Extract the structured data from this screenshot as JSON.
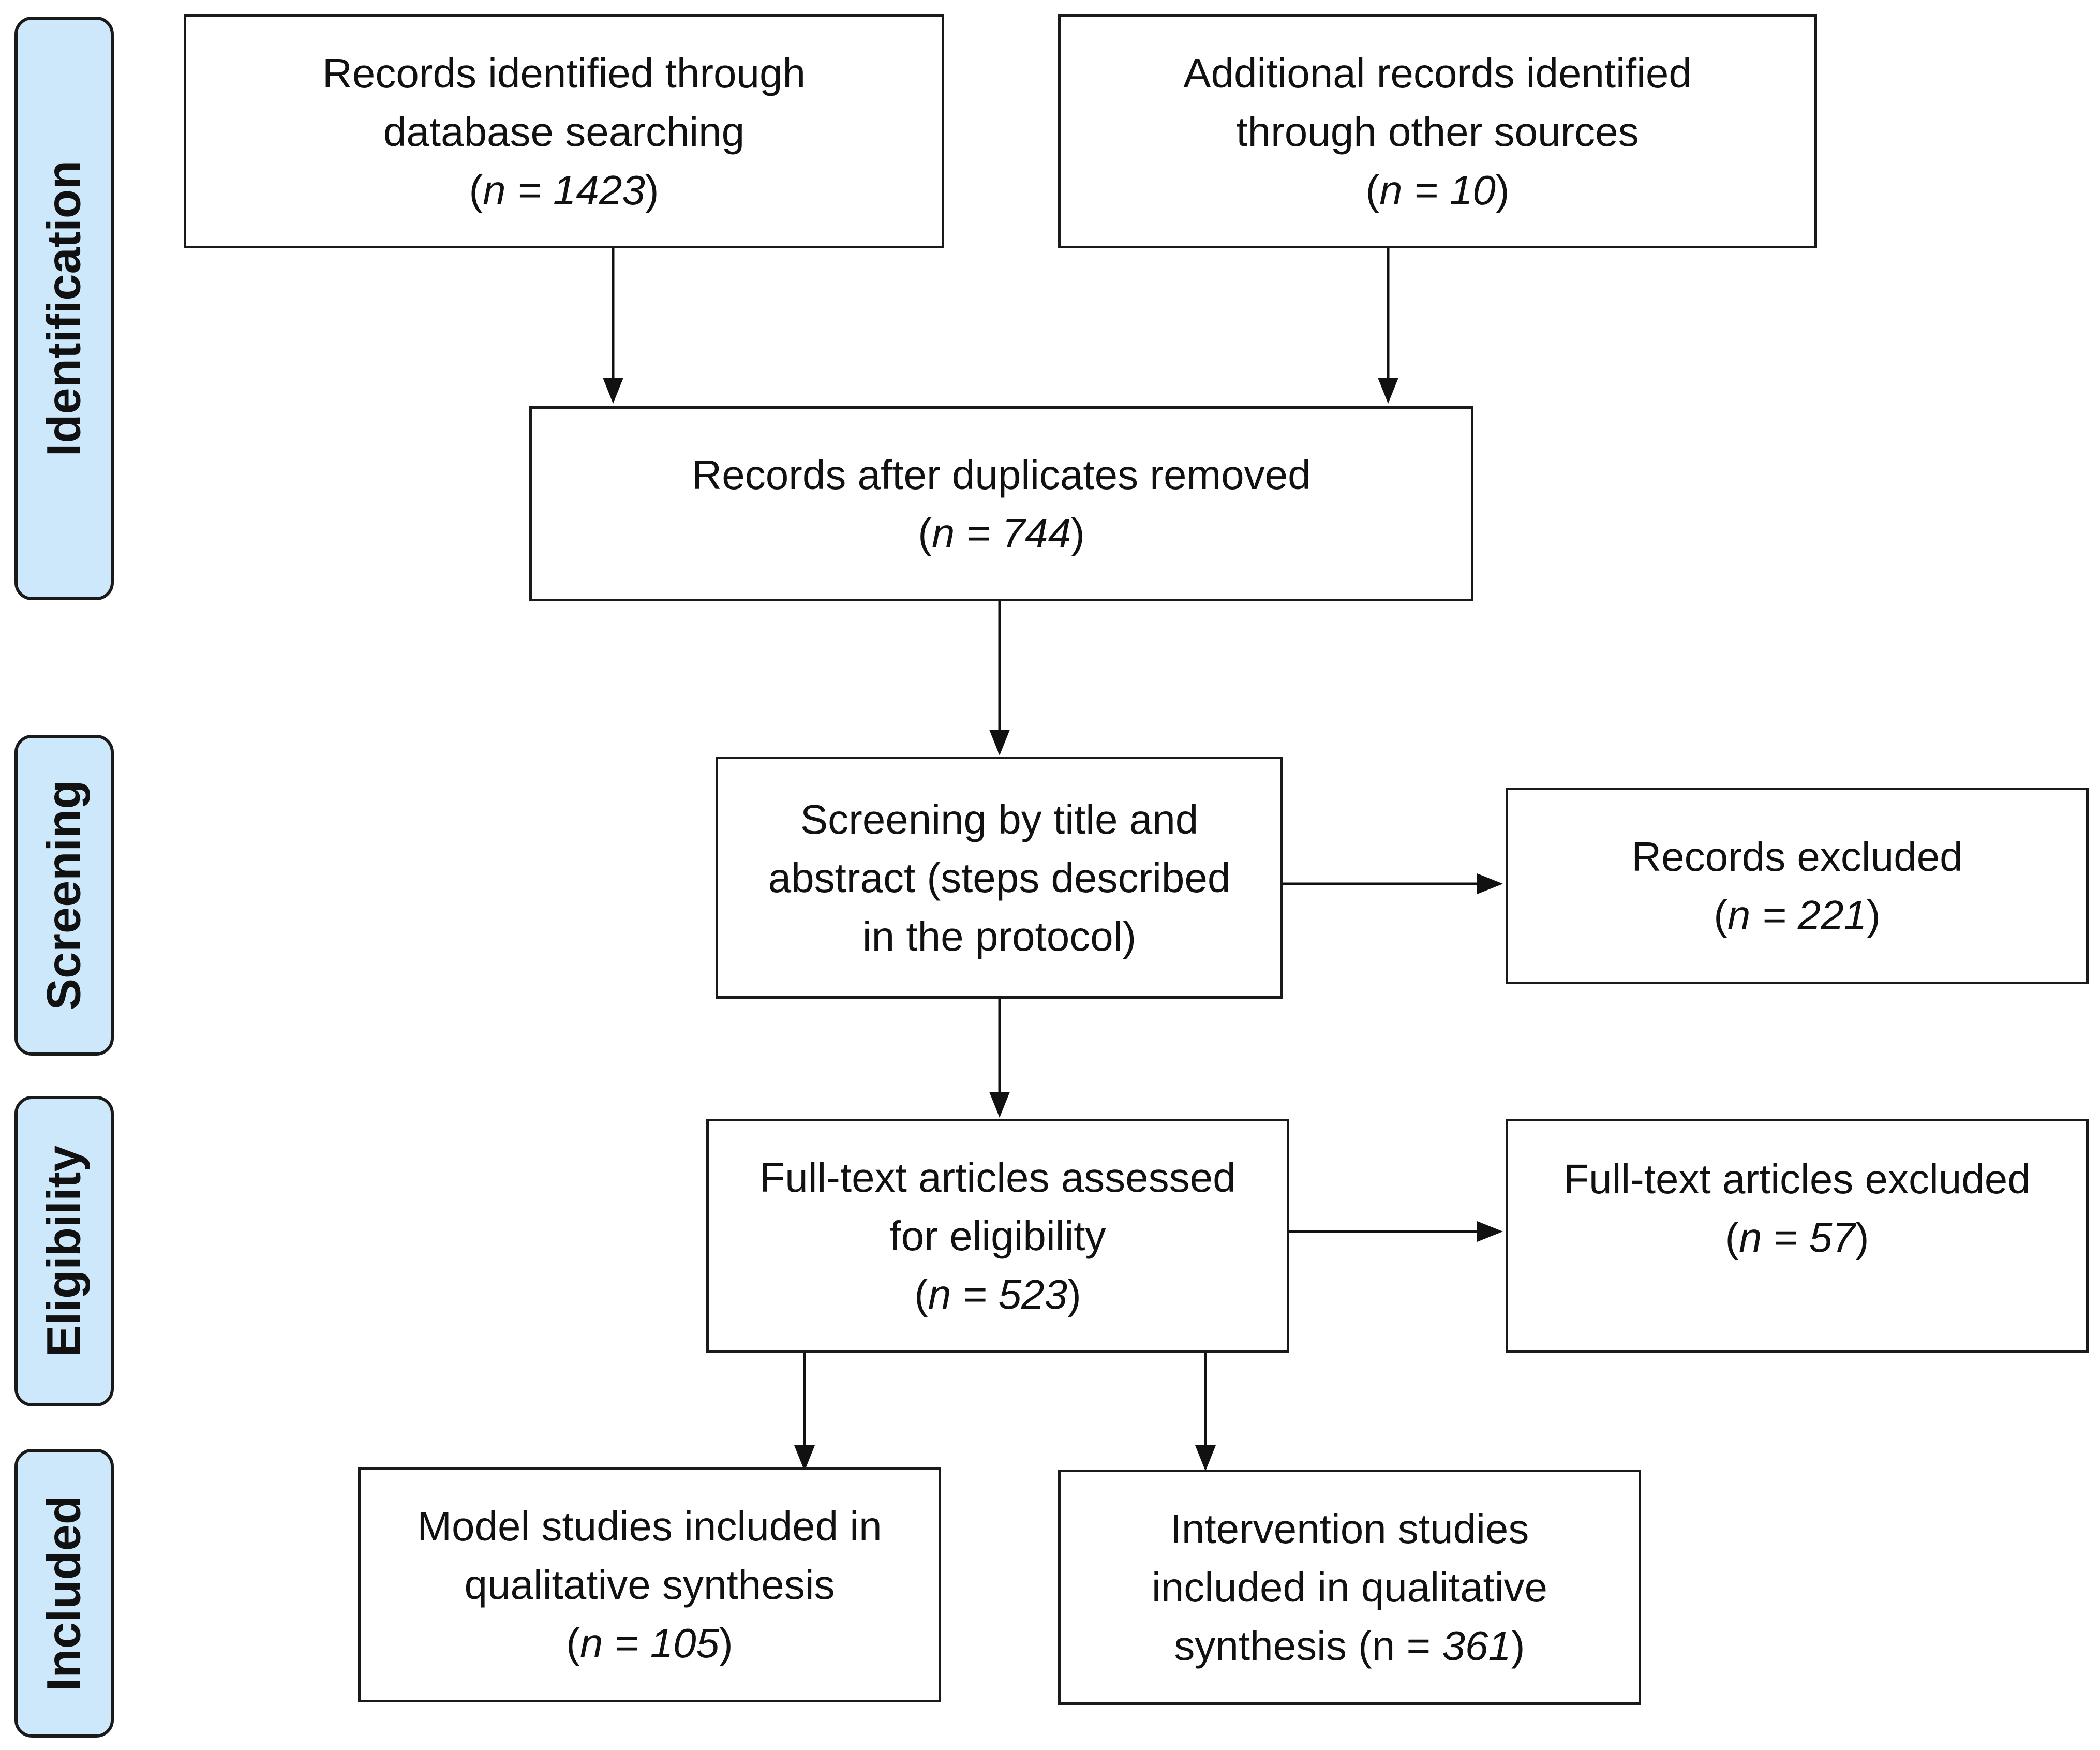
{
  "phases": {
    "identification": "Identification",
    "screening": "Screening",
    "eligibility": "Eligibility",
    "included": "Included"
  },
  "boxes": {
    "database": {
      "lines": [
        "Records identified through",
        "database searching"
      ],
      "count_value": "n = 1423"
    },
    "other_sources": {
      "lines": [
        "Additional records identified",
        "through other sources"
      ],
      "count_value": "n = 10"
    },
    "deduplicated": {
      "lines": [
        "Records after duplicates removed"
      ],
      "count_value": "n = 744"
    },
    "screening": {
      "lines": [
        "Screening by title and",
        "abstract (steps described",
        "in the protocol)"
      ]
    },
    "records_excluded": {
      "lines": [
        "Records excluded"
      ],
      "count_value": "n = 221"
    },
    "full_text_assessed": {
      "lines": [
        "Full-text articles assessed",
        "for eligibility"
      ],
      "count_value": "n = 523"
    },
    "full_text_excluded": {
      "lines": [
        "Full-text articles excluded"
      ],
      "count_value": "n = 57"
    },
    "model_studies": {
      "lines": [
        "Model studies included in",
        "qualitative synthesis"
      ],
      "count_value": "n = 105"
    },
    "intervention_studies": {
      "lines": [
        "Intervention studies",
        "included in qualitative"
      ],
      "last_prefix": "synthesis (n = ",
      "last_value": "361",
      "last_suffix": ")"
    }
  }
}
